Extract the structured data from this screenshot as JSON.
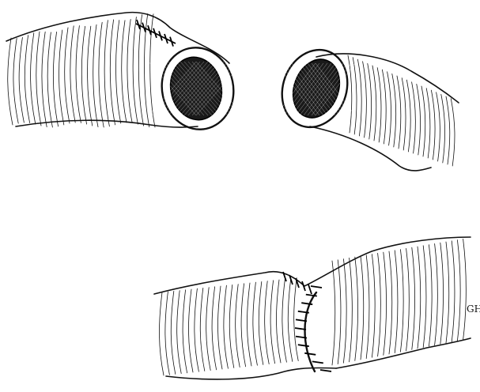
{
  "figure": {
    "panels": [
      {
        "name": "separated-ends",
        "description_visible": false
      },
      {
        "name": "completed-anastomosis",
        "description_visible": false
      }
    ],
    "signature_initials": "GH"
  }
}
